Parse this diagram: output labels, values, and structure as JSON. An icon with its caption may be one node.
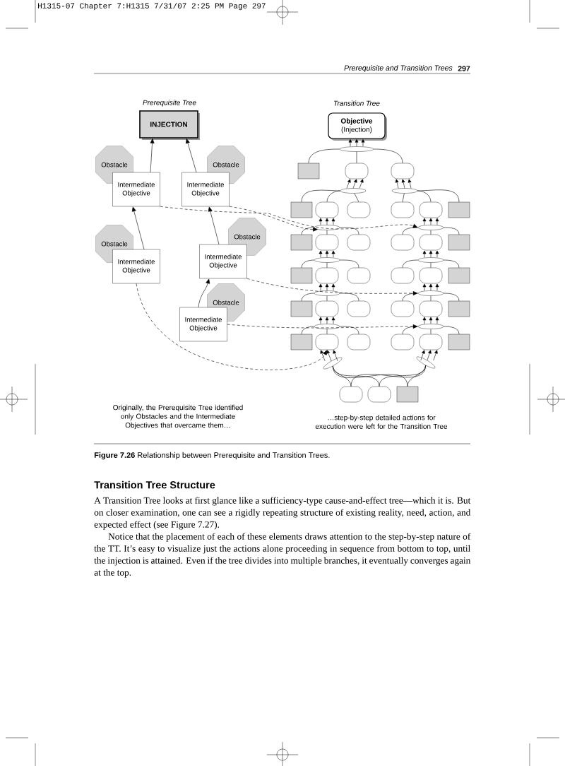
{
  "diagram": {
    "caption": "**Figure 7.26** Relationship between Prerequisite and Transition Trees.",
    "nodes": [
      {
        "text": [
          "INJECTION"
        ]
      },
      {
        "text": [
          "Obstacle"
        ]
      },
      {
        "text": [
          "Intermediate Objective"
        ]
      },
      {
        "text": [
          "Obstacle"
        ]
      },
      {
        "text": [
          "Intermediate Objective"
        ]
      },
      {
        "text": [
          "Obstacle"
        ]
      },
      {
        "text": [
          "Intermediate Objective"
        ]
      },
      {
        "text": [
          "Obstacle"
        ]
      },
      {
        "text": [
          "Intermediate Objective"
        ]
      },
      {
        "text": [
          "Obstacle"
        ]
      },
      {
        "text": [
          "Intermediate Objective"
        ]
      },
      {
        "text": [
          "Objective",
          "(Injection)"
        ]
      },
      {
        "text": [],
        "shape": "ellipse"
      },
      {
        "text": [],
        "shape": "rectangle"
      },
      {
        "text": [],
        "shape": "oval"
      },
      {
        "text": [],
        "shape": "oval"
      },
      {
        "text": [],
        "shape": "ellipse"
      },
      {
        "text": [],
        "shape": "ellipse"
      },
      {
        "text": [],
        "shape": "rectangle"
      },
      {
        "text": [],
        "shape": "oval"
      },
      {
        "text": [],
        "shape": "oval"
      },
      {
        "text": [],
        "shape": "oval"
      },
      {
        "text": [],
        "shape": "oval"
      },
      {
        "text": [],
        "shape": "rectangle"
      },
      {
        "text": [],
        "shape": "ellipse"
      },
      {
        "text": [],
        "shape": "ellipse"
      },
      {
        "text": [],
        "shape": "rectangle"
      },
      {
        "text": [],
        "shape": "oval"
      },
      {
        "text": [],
        "shape": "oval"
      },
      {
        "text": [],
        "shape": "oval"
      },
      {
        "text": [],
        "shape": "oval"
      },
      {
        "text": [],
        "shape": "rectangle"
      },
      {
        "text": [],
        "shape": "ellipse"
      },
      {
        "text": [],
        "shape": "ellipse"
      },
      {
        "text": [],
        "shape": "rectangle"
      },
      {
        "text": [],
        "shape": "oval"
      },
      {
        "text": [],
        "shape": "oval"
      },
      {
        "text": [],
        "shape": "oval"
      },
      {
        "text": [],
        "shape": "oval"
      },
      {
        "text": [],
        "shape": "rectangle"
      },
      {
        "text": [],
        "shape": "ellipse"
      },
      {
        "text": [],
        "shape": "ellipse"
      },
      {
        "text": [],
        "shape": "rectangle"
      },
      {
        "text": [],
        "shape": "oval"
      },
      {
        "text": [],
        "shape": "oval"
      },
      {
        "text": [],
        "shape": "oval"
      },
      {
        "text": [],
        "shape": "oval"
      },
      {
        "text": [],
        "shape": "rectangle"
      },
      {
        "text": [],
        "shape": "ellipse"
      },
      {
        "text": [],
        "shape": "ellipse"
      },
      {
        "text": [],
        "shape": "rectangle"
      },
      {
        "text": [],
        "shape": "oval"
      },
      {
        "text": [],
        "shape": "oval"
      },
      {
        "text": [],
        "shape": "oval"
      },
      {
        "text": [],
        "shape": "oval"
      },
      {
        "text": [],
        "shape": "rectangle"
      },
      {
        "text": [],
        "shape": "ellipse"
      },
      {
        "text": [],
        "shape": "ellipse"
      },
      {
        "text": [],
        "shape": "oval"
      },
      {
        "text": [],
        "shape": "oval"
      },
      {
        "text": [],
        "shape": "rectangle"
      }
    ],
    "edges": [
      {
        "from": 2,
        "to": 0,
        "arrow": "to"
      },
      {
        "from": 4,
        "to": 0,
        "arrow": "to"
      },
      {
        "from": 8,
        "to": 2,
        "arrow": "to"
      },
      {
        "from": 6,
        "to": 4,
        "arrow": "to"
      },
      {
        "from": 10,
        "to": 6,
        "arrow": "to"
      },
      {
        "from": 2,
        "to": 25,
        "arrow": "to",
        "style": "dashed"
      },
      {
        "from": 4,
        "to": 24,
        "arrow": "to",
        "style": "dashed"
      },
      {
        "from": 6,
        "to": 41,
        "arrow": "to",
        "style": "dashed"
      },
      {
        "from": 10,
        "to": 49,
        "arrow": "to",
        "style": "dashed"
      },
      {
        "from": 8,
        "to": 51,
        "arrow": "to",
        "style": "dashed"
      },
      {
        "from": 13,
        "to": 12,
        "arrow": "none"
      },
      {
        "from": 14,
        "to": 12,
        "arrow": "none"
      },
      {
        "from": 15,
        "to": 12,
        "arrow": "none"
      },
      {
        "from": 12,
        "to": 11,
        "arrow": "to"
      },
      {
        "from": 12,
        "to": 11,
        "arrow": "to"
      },
      {
        "from": 12,
        "to": 11,
        "arrow": "to"
      },
      {
        "from": 18,
        "to": 16,
        "arrow": "none"
      },
      {
        "from": 19,
        "to": 16,
        "arrow": "none"
      },
      {
        "from": 20,
        "to": 16,
        "arrow": "none"
      },
      {
        "from": 16,
        "to": 14,
        "arrow": "to"
      },
      {
        "from": 16,
        "to": 14,
        "arrow": "to"
      },
      {
        "from": 16,
        "to": 14,
        "arrow": "to"
      },
      {
        "from": 21,
        "to": 17,
        "arrow": "none"
      },
      {
        "from": 22,
        "to": 17,
        "arrow": "none"
      },
      {
        "from": 23,
        "to": 17,
        "arrow": "none"
      },
      {
        "from": 17,
        "to": 15,
        "arrow": "to"
      },
      {
        "from": 17,
        "to": 15,
        "arrow": "to"
      },
      {
        "from": 17,
        "to": 15,
        "arrow": "to"
      },
      {
        "from": 26,
        "to": 24,
        "arrow": "none"
      },
      {
        "from": 27,
        "to": 24,
        "arrow": "none"
      },
      {
        "from": 28,
        "to": 24,
        "arrow": "none"
      },
      {
        "from": 24,
        "to": 19,
        "arrow": "to"
      },
      {
        "from": 24,
        "to": 19,
        "arrow": "to"
      },
      {
        "from": 24,
        "to": 19,
        "arrow": "to"
      },
      {
        "from": 29,
        "to": 25,
        "arrow": "none"
      },
      {
        "from": 30,
        "to": 25,
        "arrow": "none"
      },
      {
        "from": 31,
        "to": 25,
        "arrow": "none"
      },
      {
        "from": 25,
        "to": 22,
        "arrow": "to"
      },
      {
        "from": 25,
        "to": 22,
        "arrow": "to"
      },
      {
        "from": 25,
        "to": 22,
        "arrow": "to"
      },
      {
        "from": 34,
        "to": 32,
        "arrow": "none"
      },
      {
        "from": 35,
        "to": 32,
        "arrow": "none"
      },
      {
        "from": 36,
        "to": 32,
        "arrow": "none"
      },
      {
        "from": 32,
        "to": 27,
        "arrow": "to"
      },
      {
        "from": 32,
        "to": 27,
        "arrow": "to"
      },
      {
        "from": 32,
        "to": 27,
        "arrow": "to"
      },
      {
        "from": 37,
        "to": 33,
        "arrow": "none"
      },
      {
        "from": 38,
        "to": 33,
        "arrow": "none"
      },
      {
        "from": 39,
        "to": 33,
        "arrow": "none"
      },
      {
        "from": 33,
        "to": 30,
        "arrow": "to"
      },
      {
        "from": 33,
        "to": 30,
        "arrow": "to"
      },
      {
        "from": 33,
        "to": 30,
        "arrow": "to"
      },
      {
        "from": 42,
        "to": 40,
        "arrow": "none"
      },
      {
        "from": 43,
        "to": 40,
        "arrow": "none"
      },
      {
        "from": 44,
        "to": 40,
        "arrow": "none"
      },
      {
        "from": 40,
        "to": 35,
        "arrow": "to"
      },
      {
        "from": 40,
        "to": 35,
        "arrow": "to"
      },
      {
        "from": 40,
        "to": 35,
        "arrow": "to"
      },
      {
        "from": 45,
        "to": 41,
        "arrow": "none"
      },
      {
        "from": 46,
        "to": 41,
        "arrow": "none"
      },
      {
        "from": 47,
        "to": 41,
        "arrow": "none"
      },
      {
        "from": 41,
        "to": 38,
        "arrow": "to"
      },
      {
        "from": 41,
        "to": 38,
        "arrow": "to"
      },
      {
        "from": 41,
        "to": 38,
        "arrow": "to"
      },
      {
        "from": 50,
        "to": 48,
        "arrow": "none"
      },
      {
        "from": 51,
        "to": 48,
        "arrow": "none"
      },
      {
        "from": 52,
        "to": 48,
        "arrow": "none"
      },
      {
        "from": 48,
        "to": 43,
        "arrow": "to"
      },
      {
        "from": 48,
        "to": 43,
        "arrow": "to"
      },
      {
        "from": 48,
        "to": 43,
        "arrow": "to"
      },
      {
        "from": 53,
        "to": 49,
        "arrow": "none"
      },
      {
        "from": 54,
        "to": 49,
        "arrow": "none"
      },
      {
        "from": 55,
        "to": 49,
        "arrow": "none"
      },
      {
        "from": 49,
        "to": 46,
        "arrow": "to"
      },
      {
        "from": 49,
        "to": 46,
        "arrow": "to"
      },
      {
        "from": 49,
        "to": 46,
        "arrow": "to"
      },
      {
        "from": 58,
        "to": 56,
        "arrow": "none"
      },
      {
        "from": 59,
        "to": 56,
        "arrow": "none"
      },
      {
        "from": 60,
        "to": 56,
        "arrow": "none"
      },
      {
        "from": 58,
        "to": 57,
        "arrow": "none"
      },
      {
        "from": 59,
        "to": 57,
        "arrow": "none"
      },
      {
        "from": 60,
        "to": 57,
        "arrow": "none"
      },
      {
        "from": 56,
        "to": 51,
        "arrow": "to"
      },
      {
        "from": 56,
        "to": 51,
        "arrow": "to"
      },
      {
        "from": 56,
        "to": 51,
        "arrow": "to"
      },
      {
        "from": 57,
        "to": 54,
        "arrow": "to"
      },
      {
        "from": 57,
        "to": 54,
        "arrow": "to"
      },
      {
        "from": 57,
        "to": 54,
        "arrow": "to"
      }
    ],
    "labels": [
      "H1315-07 Chapter 7:H1315 7/31/07 2:25 PM Page 297",
      "Prerequisite and Transition Trees",
      "297",
      "Prerequisite Tree",
      "Transition Tree",
      "Originally, the Prerequisite Tree identified only Obstacles and the Intermediate Objectives that overcame them…",
      "…step-by-step detailed actions for execution were left for the Transition Tree",
      "Transition Tree Structure",
      "A Transition Tree looks at first glance like a sufficiency-type cause-and-effect tree—which it is. But on closer examination, one can see a rigidly repeating structure of existing reality, need, action, and expected effect (see Figure 7.27).",
      "Notice that the placement of each of these elements draws attention to the step-by-step nature of the TT. It’s easy to visualize just the actions alone proceeding in sequence from bottom to top, until the injection is attained. Even if the tree divides into multiple branches, it eventually converges again at the top."
    ]
  }
}
